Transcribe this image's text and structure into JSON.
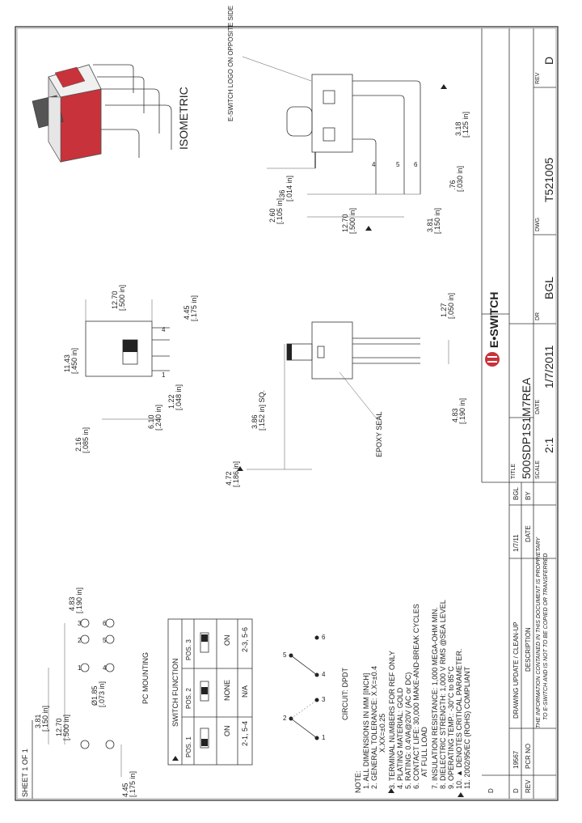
{
  "header": {
    "sheet": "SHEET 1 OF 1",
    "rev_label": "REV",
    "rev_value": "D",
    "dwg_label": "DWG",
    "dwg_value": "T521005",
    "dr_label": "DR",
    "dr_value": "BGL",
    "date_label": "DATE",
    "date_value": "1/7/2011",
    "scale_label": "SCALE",
    "scale_value": "2:1",
    "title_label": "TITLE",
    "title_value": "500SDP1S1M7REA",
    "brand": "E•SWITCH"
  },
  "revisions": {
    "col_rev": "REV",
    "col_pcr": "PCR NO",
    "col_desc": "DESCRIPTION",
    "col_date": "DATE",
    "col_by": "BY",
    "row": {
      "rev": "D",
      "pcr": "19567",
      "desc": "DRAWING UPDATE / CLEAN-UP",
      "date": "1/7/11",
      "by": "BGL"
    },
    "proprietary_1": "THE INFORMATION CONTAINED IN THIS DOCUMENT IS PROPRIETARY",
    "proprietary_2": "TO E-SWITCH AND IS NOT TO BE COPIED OR TRANSFERRED"
  },
  "notes": {
    "heading": "NOTE:",
    "items": [
      "1. ALL DIMENSIONS IN MM [INCH]",
      "2. GENERAL TOLERANCE: X.X=±0.4",
      "X.XX=±0.25",
      "3. TERMINAL NUMBERS FOR REF ONLY",
      "4. PLATING MATERIAL: GOLD",
      "5. RATING: 0.4VA@20V (AC or DC)",
      "6. CONTACT LIFE: 30,000 MAKE-AND-BREAK CYCLES",
      "AT FULL LOAD",
      "7. INSULATION RESISTANCE: 1,000 MEGA-OHM MIN.",
      "8. DIELECTRIC STRENGTH: 1,000 V RMS @SEA LEVEL",
      "9. OPERATING TEMP.: -30°C to 85°C",
      "10. ▲ DENOTES CRITICAL PARAMETER.",
      "11. 2002/95/EC (ROHS) COMPLIANT"
    ]
  },
  "switch_table": {
    "title": "SWITCH FUNCTION",
    "headers": [
      "POS. 1",
      "POS. 2",
      "POS. 3"
    ],
    "row_state": [
      "ON",
      "NONE",
      "ON"
    ],
    "row_conn": [
      "2-1, 5-4",
      "N/A",
      "2-3, 5-6"
    ]
  },
  "circuit": {
    "label": "CIRCUIT: DPDT",
    "terminals": [
      "1",
      "2",
      "3",
      "4",
      "5",
      "6"
    ]
  },
  "pc_mounting": {
    "label": "PC MOUNTING",
    "dims": [
      "4.83",
      "[.190 in]",
      "3.81",
      "[.150 in]",
      "12.70",
      "[.500 in]",
      "Ø1.85",
      "[.073 in]",
      "4.45",
      "[.175 in]"
    ],
    "terminals": [
      "1",
      "2",
      "3",
      "4",
      "5",
      "6"
    ]
  },
  "top_view": {
    "dims": [
      "11.43",
      "[.450 in]",
      "12.70",
      "[.500 in]",
      "4.45",
      "[.175 in]",
      "2.16",
      "[.085 in]",
      "6.10",
      "[.240 in]",
      "1.22",
      "[.048 in]"
    ],
    "terminals": [
      "4",
      "1"
    ]
  },
  "side_view": {
    "dims": [
      "3.86",
      "[.152 in] SQ.",
      "4.72",
      "[.186 in]",
      "1.27",
      "[.050 in]",
      "4.83",
      "[.190 in]"
    ],
    "epoxy": "EPOXY SEAL"
  },
  "end_view": {
    "logo_note": "E-SWITCH LOGO ON OPPOSITE SIDE",
    "dims": [
      "3.18",
      "[.125 in]",
      "2.60",
      "[.105 in]",
      ".36",
      "[.014 in]",
      "12.70",
      "[.500 in]",
      "3.81",
      "[.150 in]",
      ".76",
      "[.030 in]"
    ],
    "terminals": [
      "4",
      "5",
      "6"
    ]
  },
  "isometric": {
    "label": "ISOMETRIC"
  },
  "colors": {
    "brand_red": "#c8323a",
    "line": "#333333"
  }
}
